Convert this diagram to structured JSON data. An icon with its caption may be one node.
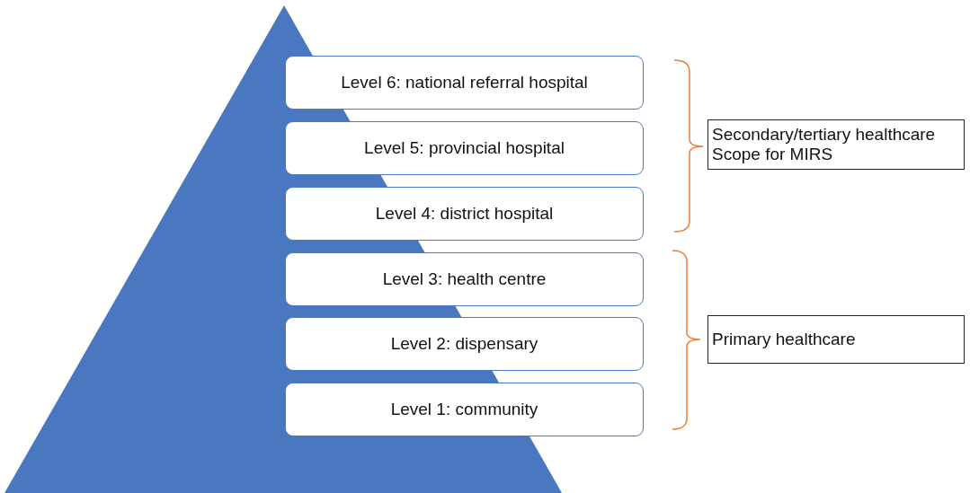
{
  "diagram": {
    "nodes": [
      {
        "text": [
          "Level 6: national referral hospital"
        ]
      },
      {
        "text": [
          "Level 5: provincial hospital"
        ]
      },
      {
        "text": [
          "Level 4: district hospital"
        ]
      },
      {
        "text": [
          "Level 3: health centre"
        ]
      },
      {
        "text": [
          "Level 2: dispensary"
        ]
      },
      {
        "text": [
          "Level 1: community"
        ]
      },
      {
        "text": [
          "Secondary/tertiary healthcare",
          "Scope for MIRS"
        ]
      },
      {
        "text": [
          "Primary healthcare"
        ]
      }
    ]
  }
}
